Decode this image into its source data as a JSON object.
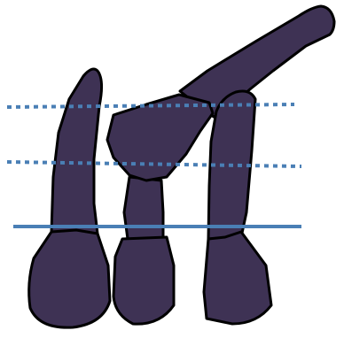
{
  "colors": {
    "background": "#ffffff",
    "segment_fill": "#3e3254",
    "segment_stroke": "#000000",
    "reference_line": "#4a7fb5"
  },
  "reference_lines": [
    {
      "name": "upper",
      "style": "dotted"
    },
    {
      "name": "middle",
      "style": "dotted"
    },
    {
      "name": "lower",
      "style": "solid"
    }
  ],
  "segments": [
    {
      "name": "left-column",
      "parts": 2
    },
    {
      "name": "middle-column",
      "parts": 3
    },
    {
      "name": "right-column",
      "parts": 2
    },
    {
      "name": "diagonal-limb",
      "parts": 1
    }
  ]
}
